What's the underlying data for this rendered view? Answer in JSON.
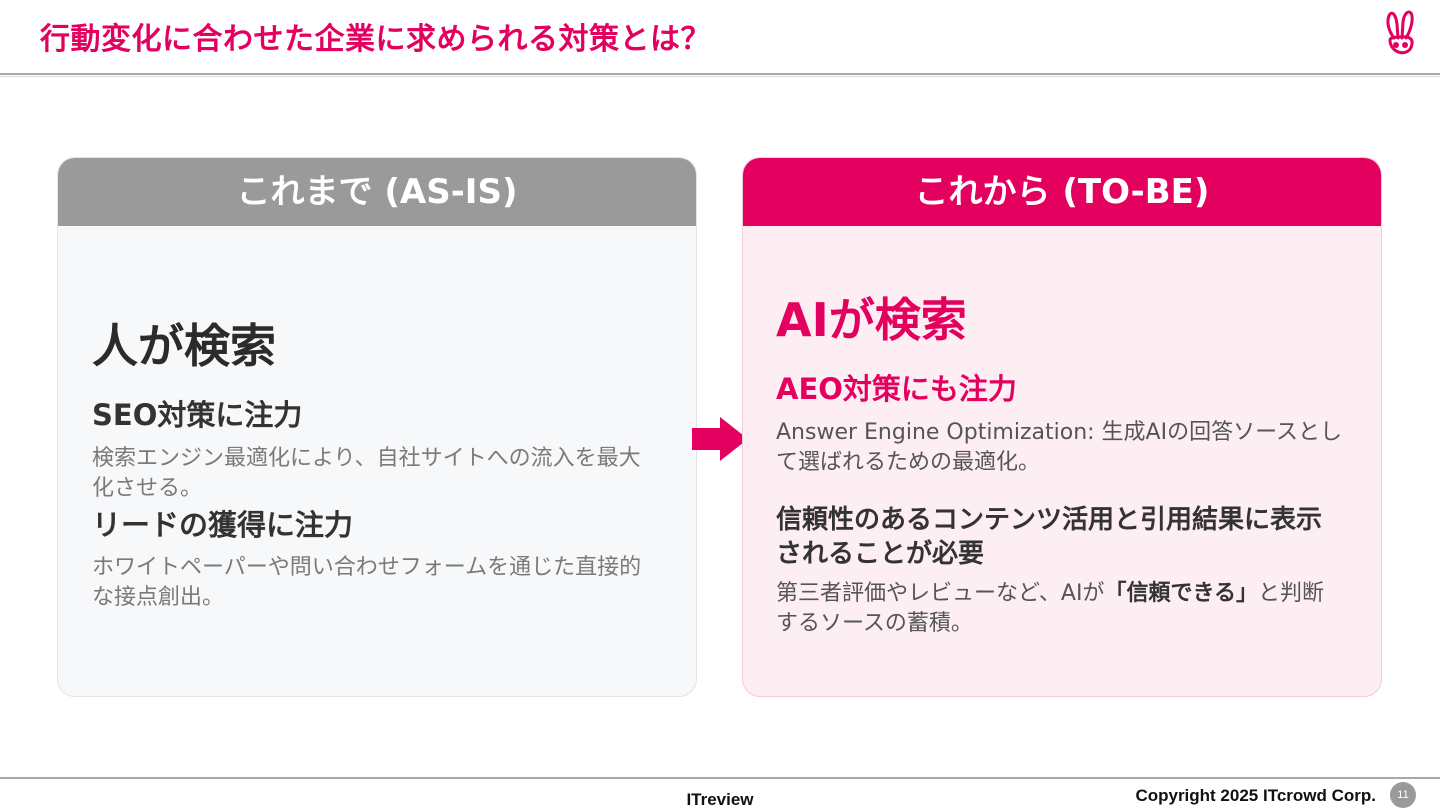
{
  "header": {
    "title": "行動変化に合わせた企業に求められる対策とは？",
    "logo_icon": "rabbit-icon"
  },
  "asis": {
    "heading": "これまで (AS-IS)",
    "big": "人が検索",
    "sub1": "SEO対策に注力",
    "body1": "検索エンジン最適化により、自社サイトへの流入を最大化させる。",
    "sub2": "リードの獲得に注力",
    "body2": "ホワイトペーパーや問い合わせフォームを通じた直接的な接点創出。"
  },
  "tobe": {
    "heading": "これから (TO-BE)",
    "big": "AIが検索",
    "sub1": "AEO対策にも注力",
    "body1": "Answer Engine Optimization: 生成AIの回答ソースとして選ばれるための最適化。",
    "sub2": "信頼性のあるコンテンツ活用と引用結果に表示されることが必要",
    "body2_pre": "第三者評価やレビューなど、AIが",
    "body2_strong": "「信頼できる」",
    "body2_post": "と判断するソースの蓄積。"
  },
  "arrow_icon": "arrow-right-icon",
  "footer": {
    "brand": "ITreview",
    "copyright": "Copyright 2025 ITcrowd Corp.",
    "page": "11"
  },
  "colors": {
    "accent": "#e3005f",
    "gray_header": "#9a9a9a",
    "tobe_bg": "#fdeef3"
  }
}
